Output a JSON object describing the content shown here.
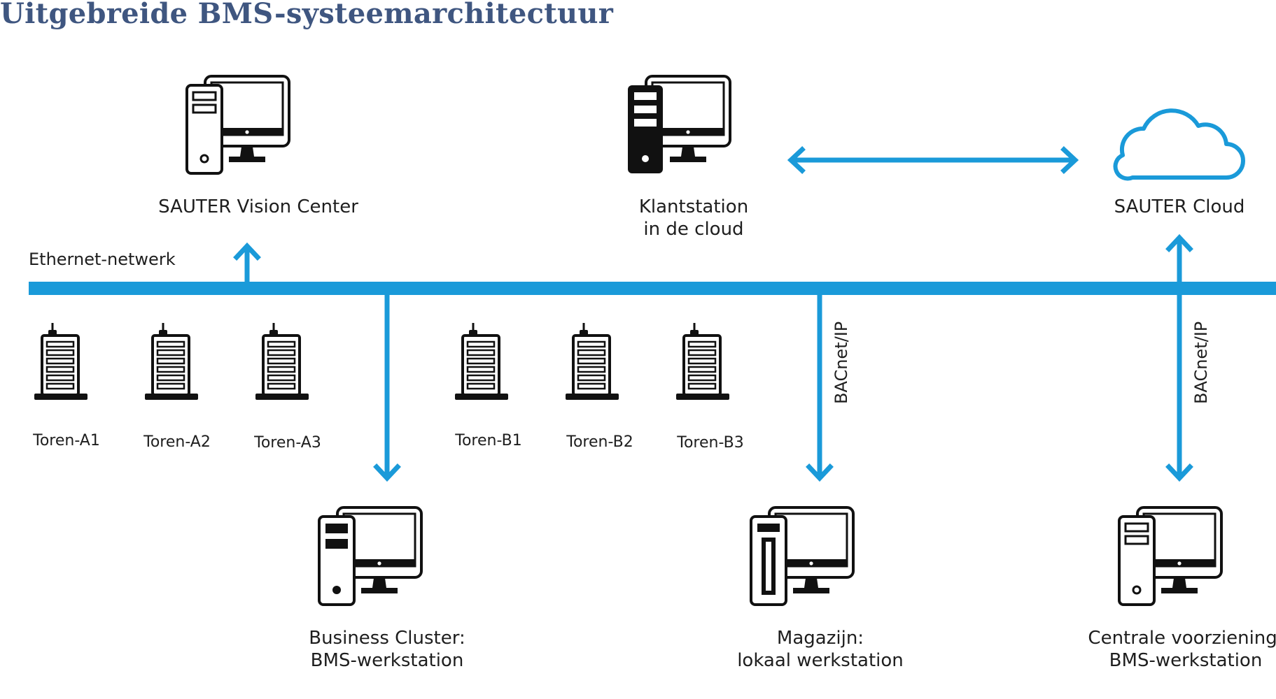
{
  "title": "Uitgebreide BMS-systeemarchitectuur",
  "colors": {
    "accent": "#1a9ad9",
    "title": "#3f5680",
    "icon": "#111111"
  },
  "network": {
    "label": "Ethernet-netwerk",
    "protocol_labels": [
      "BACnet/IP",
      "BACnet/IP"
    ]
  },
  "nodes": {
    "vision_center": {
      "label": "SAUTER Vision Center",
      "icon": "desktop-computer-icon"
    },
    "klantstation": {
      "label_lines": [
        "Klantstation",
        "in de cloud"
      ],
      "icon": "desktop-computer-icon"
    },
    "cloud": {
      "label": "SAUTER Cloud",
      "icon": "cloud-icon"
    },
    "business_cluster": {
      "label_lines": [
        "Business Cluster:",
        "BMS-werkstation"
      ],
      "icon": "desktop-computer-icon"
    },
    "magazijn": {
      "label_lines": [
        "Magazijn:",
        "lokaal werkstation"
      ],
      "icon": "desktop-computer-icon"
    },
    "centrale": {
      "label_lines": [
        "Centrale voorziening:",
        "BMS-werkstation"
      ],
      "icon": "desktop-computer-icon"
    }
  },
  "towers": [
    "Toren-A1",
    "Toren-A2",
    "Toren-A3",
    "Toren-B1",
    "Toren-B2",
    "Toren-B3"
  ]
}
